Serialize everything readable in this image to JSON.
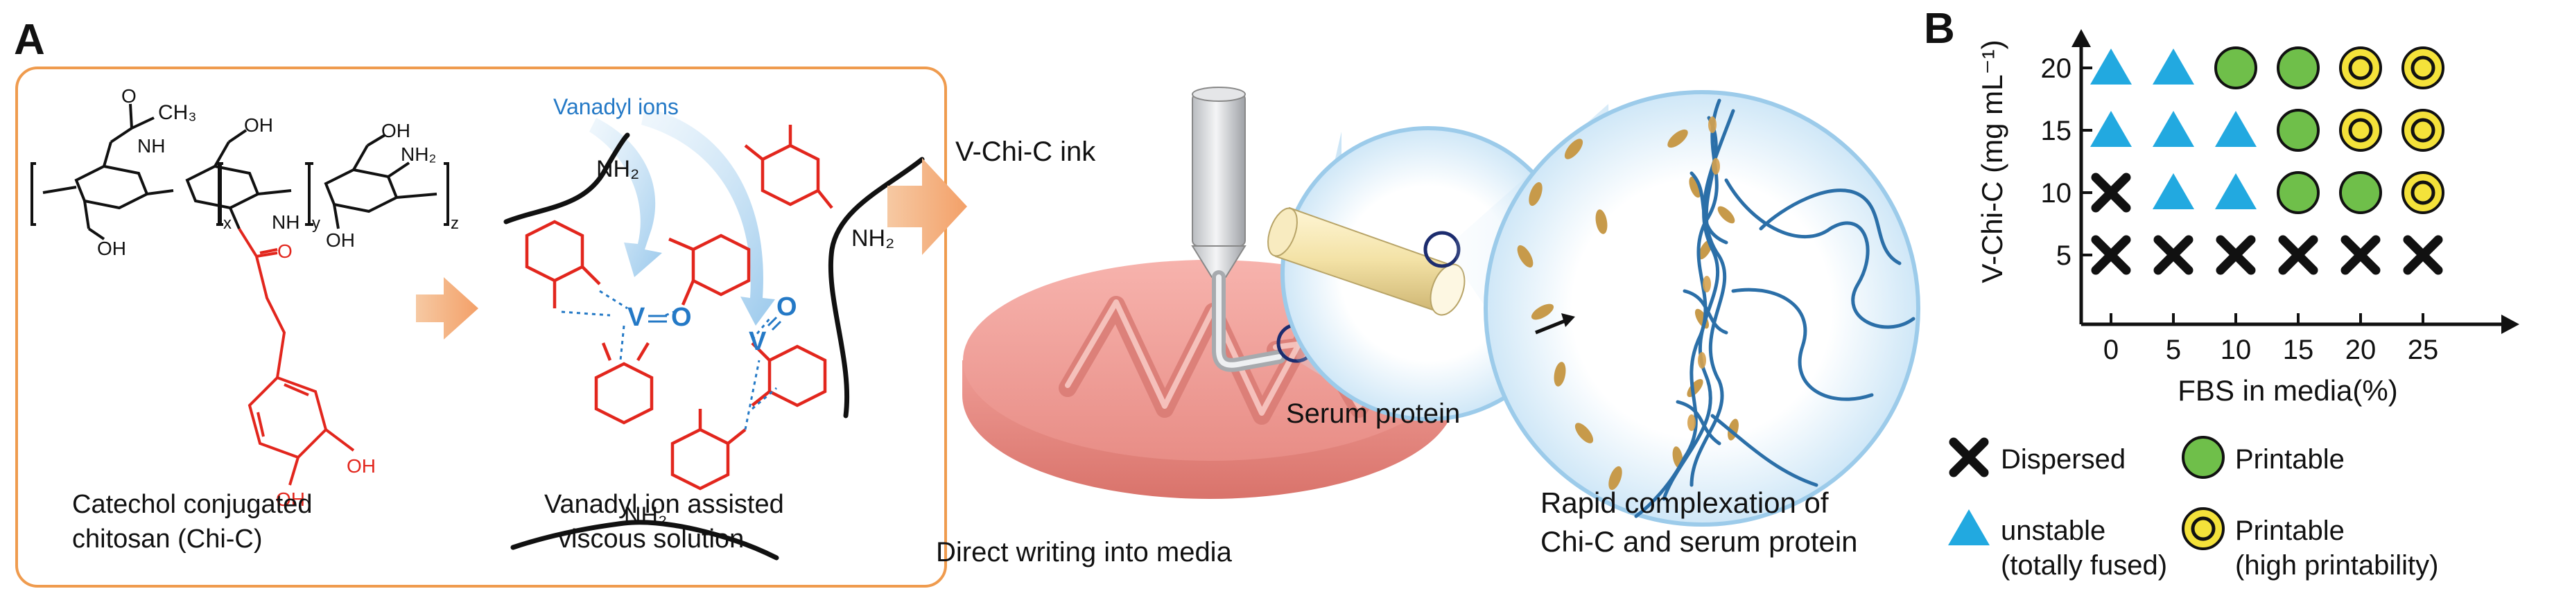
{
  "panel_a": {
    "letter": "A",
    "box_color": "#ef9b4e",
    "chem_red": "#e2261d",
    "vanadyl_blue": "#2479c6",
    "chitosan": {
      "groups": {
        "ch3": "CH₃",
        "nh_top": "NH",
        "o_acetyl": "O",
        "oh_1": "OH",
        "oh_2": "OH",
        "oh_3": "OH",
        "oh_4": "OH",
        "nh_y": "NH",
        "nh2": "NH₂",
        "x": "x",
        "y": "y",
        "z": "z",
        "o_carbonyl": "O",
        "oh_cat_1": "OH",
        "oh_cat_2": "OH"
      },
      "caption_line1": "Catechol conjugated",
      "caption_line2": "chitosan (Chi-C)"
    },
    "vanadyl": {
      "label": "Vanadyl ions",
      "nh2_1": "NH₂",
      "nh2_2": "NH₂",
      "nh2_3": "NH₂",
      "v1": "V",
      "v2": "V",
      "o1": "O",
      "o2": "O",
      "caption_line1": "Vanadyl ion assisted",
      "caption_line2": "viscous solution"
    },
    "ink_label": "V-Chi-C ink",
    "writing_caption": "Direct writing into media",
    "serum_label": "Serum protein",
    "complex_caption_line1": "Rapid complexation of",
    "complex_caption_line2": "Chi-C and serum protein"
  },
  "panel_b": {
    "letter": "B"
  },
  "chart_data": {
    "type": "scatter",
    "xlabel": "FBS in media(%)",
    "ylabel": "V-Chi-C (mg mL⁻¹)",
    "x_ticks": [
      "0",
      "5",
      "10",
      "15",
      "20",
      "25"
    ],
    "y_ticks": [
      "5",
      "10",
      "15",
      "20"
    ],
    "grid": false,
    "legend_position": "bottom",
    "categories": {
      "dispersed": {
        "label": "Dispersed",
        "color": "#111111",
        "icon": "x-mark-icon"
      },
      "unstable": {
        "label_line1": "unstable",
        "label_line2": "(totally fused)",
        "color": "#22a9e0",
        "icon": "triangle-icon"
      },
      "printable": {
        "label": "Printable",
        "color": "#6fbf4a",
        "icon": "circle-icon"
      },
      "printable_high": {
        "label_line1": "Printable",
        "label_line2": "(high printability)",
        "color": "#f4e23a",
        "icon": "double-circle-icon"
      }
    },
    "points": [
      {
        "x": 0,
        "y": 5,
        "category": "dispersed"
      },
      {
        "x": 5,
        "y": 5,
        "category": "dispersed"
      },
      {
        "x": 10,
        "y": 5,
        "category": "dispersed"
      },
      {
        "x": 15,
        "y": 5,
        "category": "dispersed"
      },
      {
        "x": 20,
        "y": 5,
        "category": "dispersed"
      },
      {
        "x": 25,
        "y": 5,
        "category": "dispersed"
      },
      {
        "x": 0,
        "y": 10,
        "category": "dispersed"
      },
      {
        "x": 5,
        "y": 10,
        "category": "unstable"
      },
      {
        "x": 10,
        "y": 10,
        "category": "unstable"
      },
      {
        "x": 15,
        "y": 10,
        "category": "printable"
      },
      {
        "x": 20,
        "y": 10,
        "category": "printable"
      },
      {
        "x": 25,
        "y": 10,
        "category": "printable_high"
      },
      {
        "x": 0,
        "y": 15,
        "category": "unstable"
      },
      {
        "x": 5,
        "y": 15,
        "category": "unstable"
      },
      {
        "x": 10,
        "y": 15,
        "category": "unstable"
      },
      {
        "x": 15,
        "y": 15,
        "category": "printable"
      },
      {
        "x": 20,
        "y": 15,
        "category": "printable_high"
      },
      {
        "x": 25,
        "y": 15,
        "category": "printable_high"
      },
      {
        "x": 0,
        "y": 20,
        "category": "unstable"
      },
      {
        "x": 5,
        "y": 20,
        "category": "unstable"
      },
      {
        "x": 10,
        "y": 20,
        "category": "printable"
      },
      {
        "x": 15,
        "y": 20,
        "category": "printable"
      },
      {
        "x": 20,
        "y": 20,
        "category": "printable_high"
      },
      {
        "x": 25,
        "y": 20,
        "category": "printable_high"
      }
    ]
  }
}
